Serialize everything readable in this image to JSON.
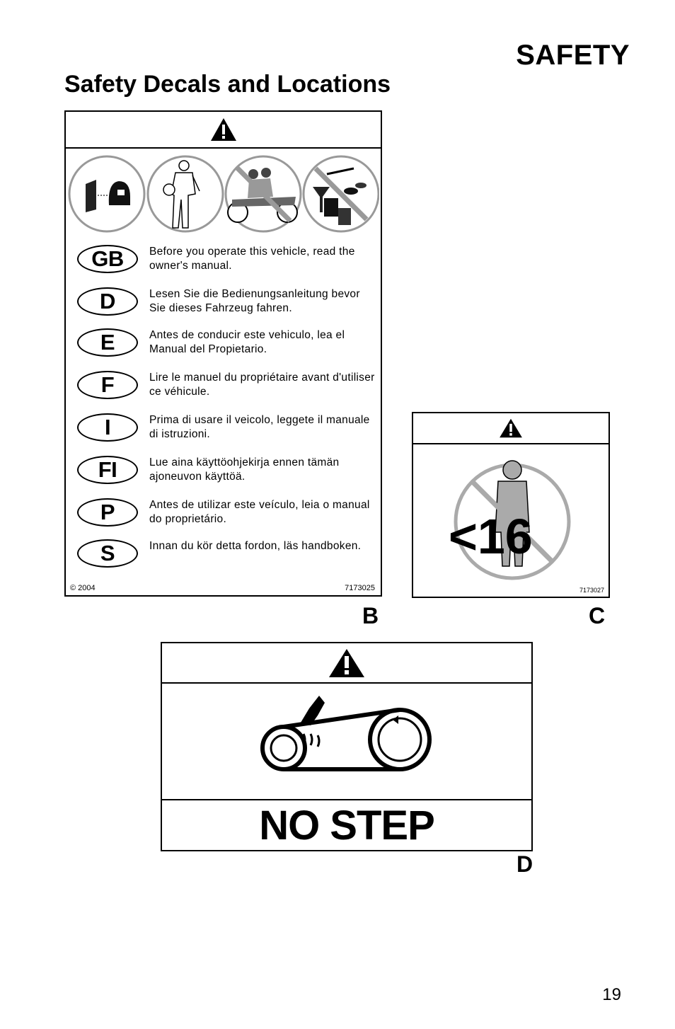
{
  "header": {
    "section": "SAFETY",
    "title": "Safety Decals and Locations"
  },
  "decal_b": {
    "letter": "B",
    "pictograms": [
      "read-manual-and-helmet-icon",
      "protective-gear-rider-icon",
      "no-passenger-icon",
      "no-drugs-alcohol-icon"
    ],
    "languages": [
      {
        "code": "GB",
        "text": "Before you operate this vehicle, read the owner's manual."
      },
      {
        "code": "D",
        "text": "Lesen Sie die Bedienungsanleitung bevor Sie dieses Fahrzeug fahren."
      },
      {
        "code": "E",
        "text": "Antes de conducir este vehiculo, lea el Manual del Propietario."
      },
      {
        "code": "F",
        "text": "Lire le manuel du propriétaire avant d'utiliser ce véhicule."
      },
      {
        "code": "I",
        "text": "Prima di usare il veicolo, leggete il manuale di istruzioni."
      },
      {
        "code": "FI",
        "text": "Lue aina käyttöohjekirja ennen tämän ajoneuvon käyttöä."
      },
      {
        "code": "P",
        "text": "Antes de utilizar este veículo, leia o manual do proprietário."
      },
      {
        "code": "S",
        "text": "Innan du kör detta fordon, läs handboken."
      }
    ],
    "copyright": "© 2004",
    "part_number": "7173025"
  },
  "decal_c": {
    "letter": "C",
    "age_text": "<16",
    "part_number": "7173027"
  },
  "decal_d": {
    "letter": "D",
    "label": "NO STEP"
  },
  "page_number": "19"
}
